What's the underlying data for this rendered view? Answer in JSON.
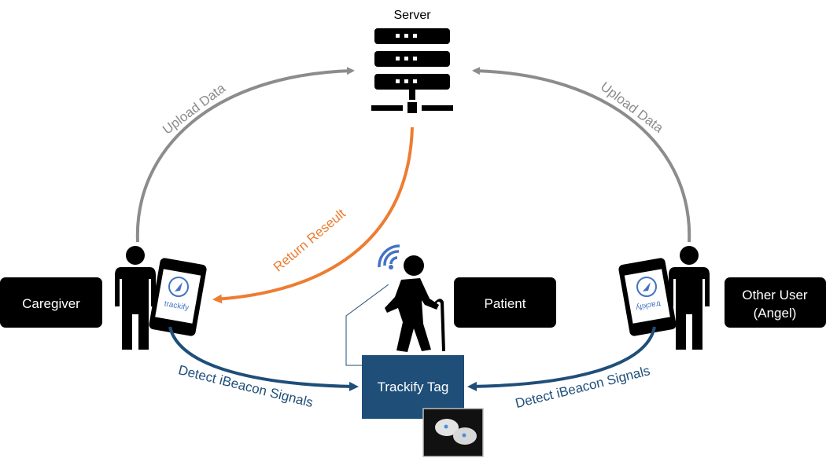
{
  "nodes": {
    "server": "Server",
    "caregiver": "Caregiver",
    "patient": "Patient",
    "other_user_line1": "Other User",
    "other_user_line2": "(Angel)",
    "tag": "Trackify Tag"
  },
  "edges": {
    "upload_left": "Upload Data",
    "upload_right": "Upload Data",
    "return_result": "Return Reseult",
    "detect_left": "Detect iBeacon Signals",
    "detect_right": "Detect iBeacon Signals"
  },
  "app_label": "trackify",
  "colors": {
    "gray_arrow": "#8c8c8c",
    "orange_arrow": "#ed7d31",
    "blue_arrow": "#1f4e79",
    "tag_box": "#1f4e79",
    "wifi_blue": "#4472c4",
    "label_box": "#000000"
  }
}
